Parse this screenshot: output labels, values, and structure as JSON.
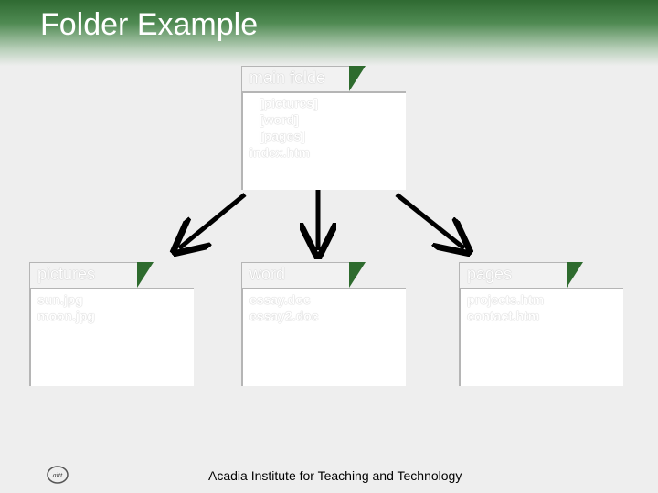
{
  "slide": {
    "title": "Folder Example",
    "footer": "Acadia Institute for Teaching and Technology",
    "logo_text": "aitt"
  },
  "colors": {
    "title_band": "#3f7a42",
    "folder_corner": "#2e6b2e",
    "folder_border": "#b5b5b5",
    "background": "#eeeeee"
  },
  "folders": {
    "main": {
      "label": "main folde",
      "items": [
        "[pictures]",
        "[word]",
        "[pages]",
        "index.htm"
      ]
    },
    "pictures": {
      "label": "pictures",
      "items": [
        "sun.jpg",
        "moon.jpg"
      ]
    },
    "word": {
      "label": "word",
      "items": [
        "essay.doc",
        "essay2.doc"
      ]
    },
    "pages": {
      "label": "pages",
      "items": [
        "projects.htm",
        "contact.htm"
      ]
    }
  }
}
